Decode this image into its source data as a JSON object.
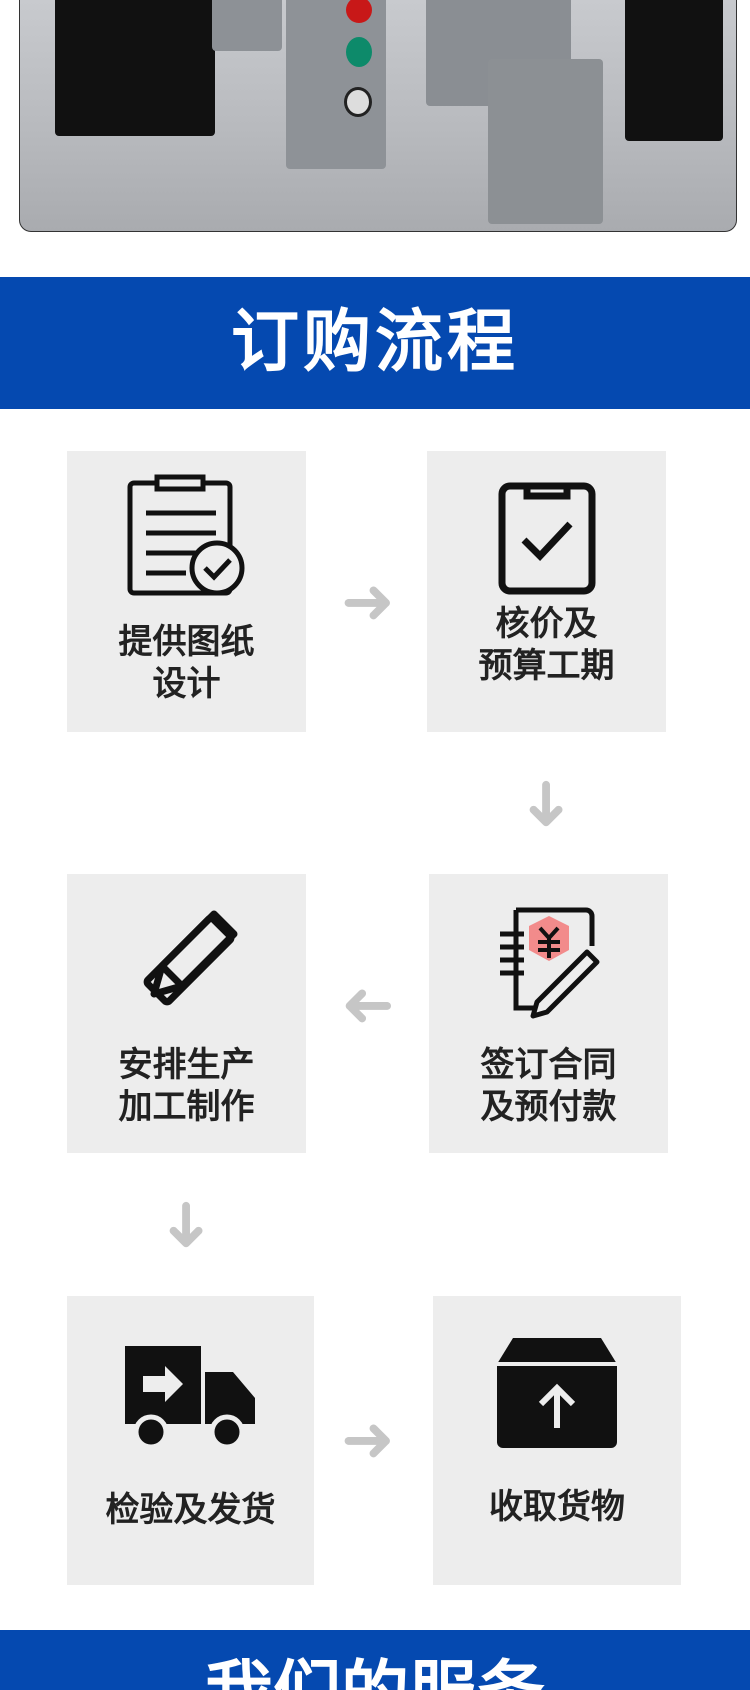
{
  "section_title": "订购流程",
  "next_section_title": "我们的服务",
  "steps": [
    {
      "line1": "提供图纸",
      "line2": "设计",
      "icon": "clipboard-check-icon"
    },
    {
      "line1": "核价及",
      "line2": "预算工期",
      "icon": "checkbox-clipboard-icon"
    },
    {
      "line1": "签订合同",
      "line2": "及预付款",
      "icon": "contract-yuan-pen-icon"
    },
    {
      "line1": "安排生产",
      "line2": "加工制作",
      "icon": "pencil-ruler-icon"
    },
    {
      "line1": "检验及发货",
      "line2": "",
      "icon": "delivery-truck-icon"
    },
    {
      "line1": "收取货物",
      "line2": "",
      "icon": "receive-box-icon"
    }
  ],
  "colors": {
    "brand": "#0549b0",
    "card": "#ededed",
    "arrow": "#c6c6c6",
    "accent": "#f28b8b"
  }
}
